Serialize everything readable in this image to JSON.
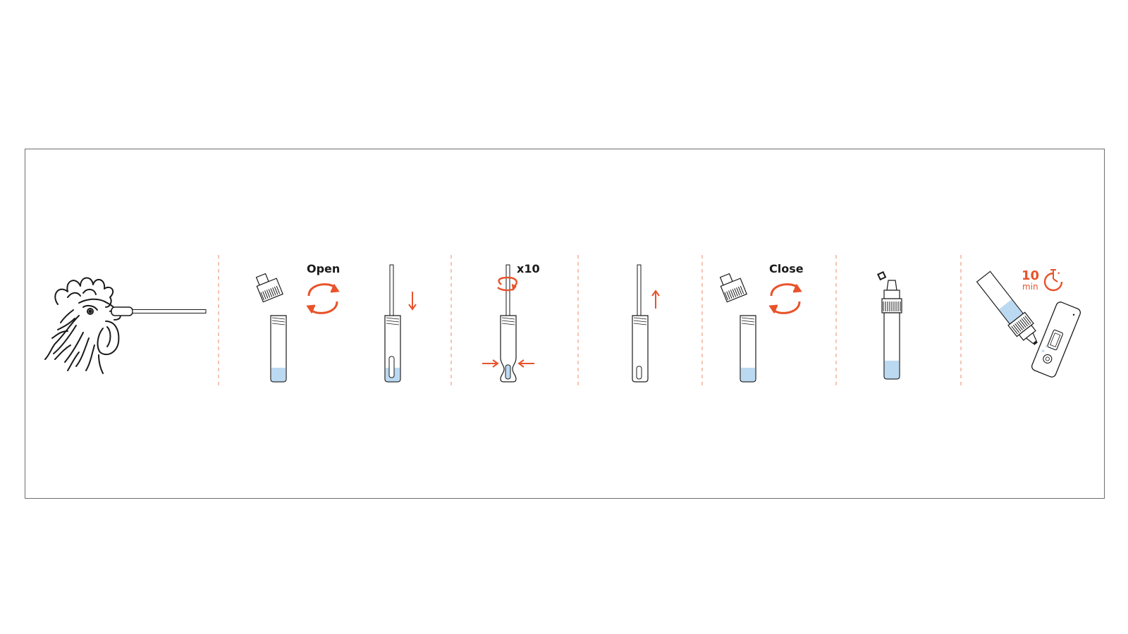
{
  "steps": {
    "open_label": "Open",
    "rotate_count": "x10",
    "close_label": "Close",
    "timer_value": "10",
    "timer_unit": "min"
  },
  "colors": {
    "accent": "#e8532b",
    "liquid": "#bcd9f2",
    "outline": "#1a1a1a",
    "divider": "#f0a58c",
    "frame": "#6e6e6e"
  },
  "icons": [
    "rooster-icon",
    "swab-icon",
    "cap-icon",
    "tube-icon",
    "rotate-arrows-icon",
    "arrow-down-icon",
    "arrow-up-icon",
    "squeeze-arrows-icon",
    "dropper-tube-icon",
    "test-cassette-icon",
    "timer-icon"
  ]
}
